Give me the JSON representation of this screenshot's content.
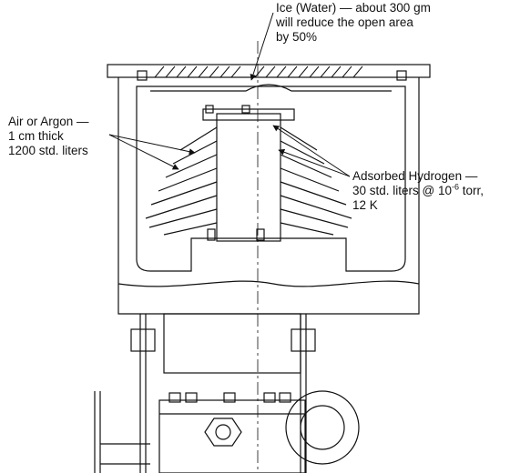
{
  "labels": {
    "ice": {
      "line1": "Ice (Water) — about 300 gm",
      "line2": "will reduce the open area",
      "line3": "by 50%"
    },
    "air": {
      "line1": "Air or Argon —",
      "line2": "1 cm thick",
      "line3": "1200 std. liters"
    },
    "hydrogen": {
      "line1": "Adsorbed Hydrogen —",
      "line2_pre": "30 std. liters @ 10",
      "line2_exp": "-6",
      "line2_post": " torr,",
      "line3": "12 K"
    }
  },
  "colors": {
    "line": "#111111",
    "background": "#ffffff"
  }
}
